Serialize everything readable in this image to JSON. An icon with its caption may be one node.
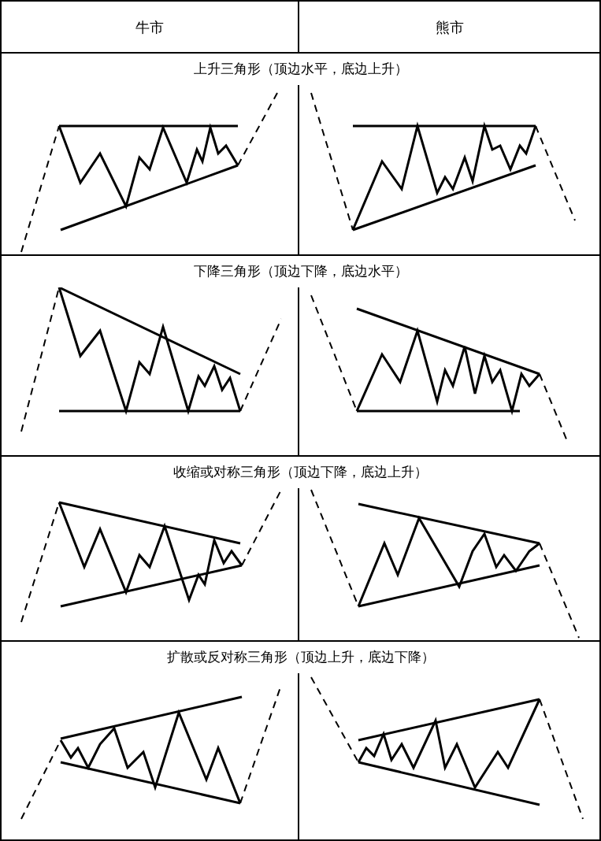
{
  "diagram": {
    "labels": [
      "牛市",
      "熊市",
      "上升三角形（顶边水平，底边上升）",
      "下降三角形（顶边下降，底边水平）",
      "收缩或对称三角形（顶边下降，底边上升）",
      "扩散或反对称三角形（顶边上升，底边下降）"
    ]
  }
}
